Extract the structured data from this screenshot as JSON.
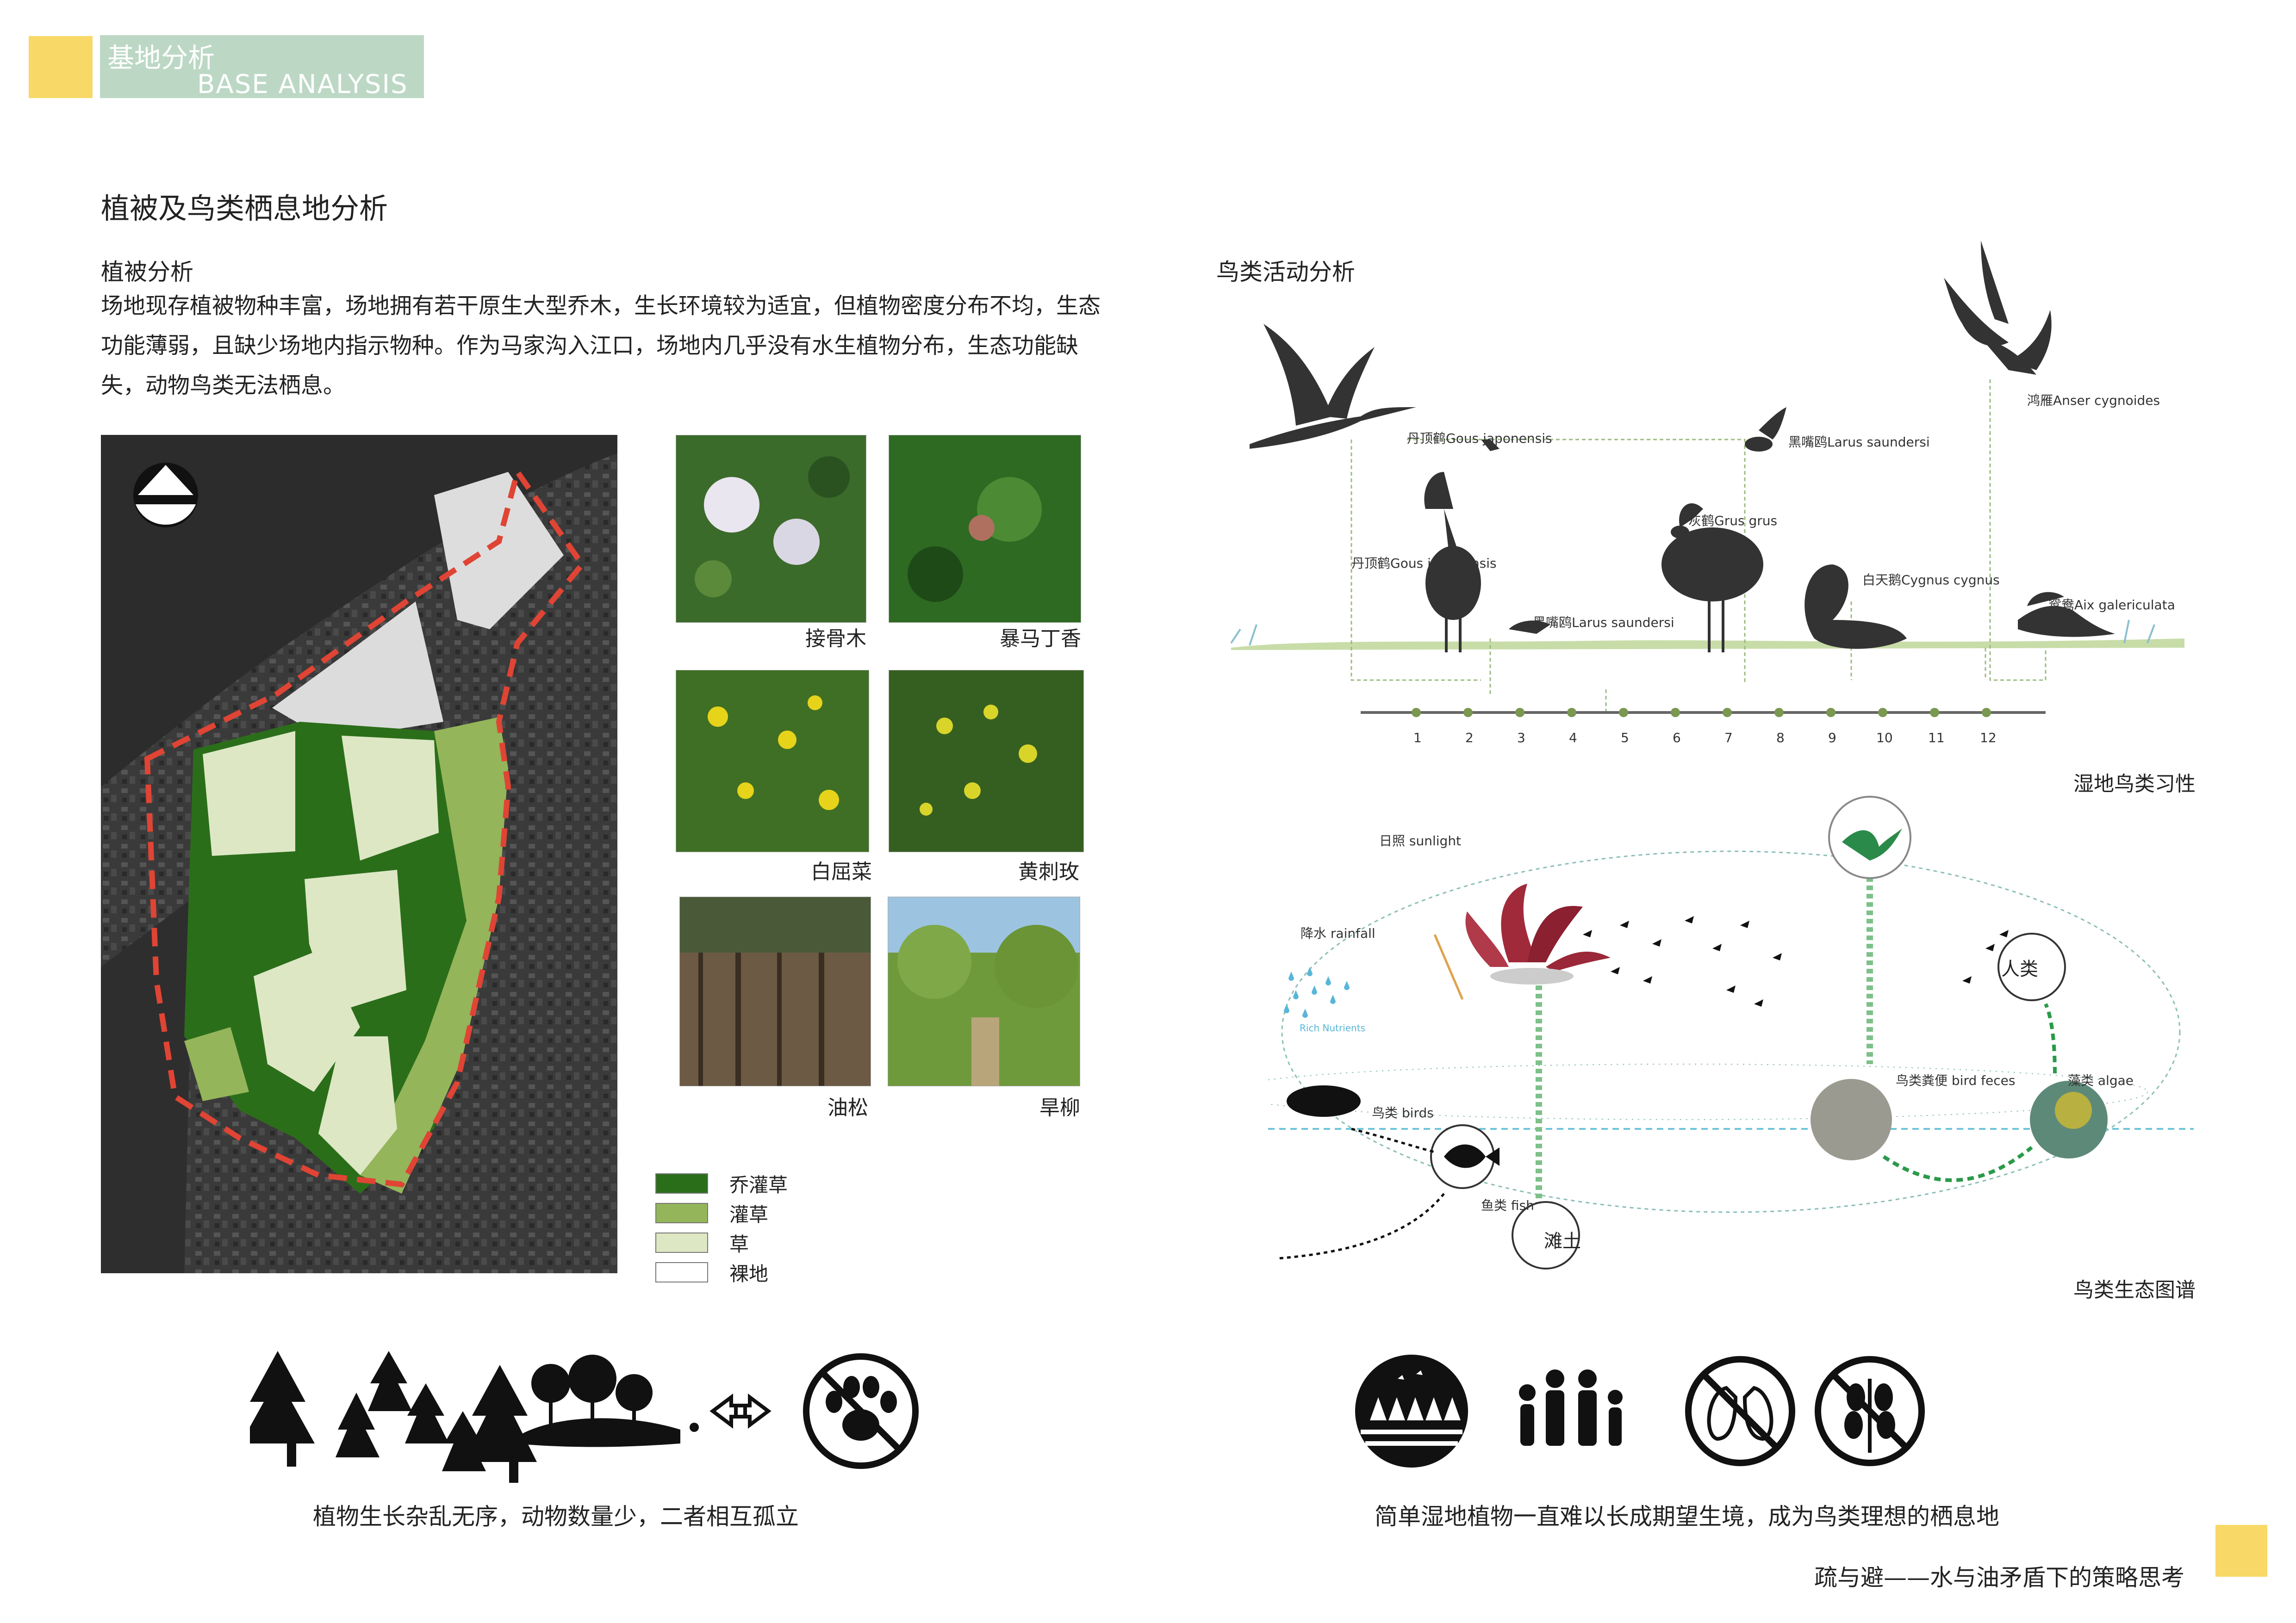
{
  "header": {
    "title_cn": "基地分析",
    "title_en": "BASE ANALYSIS"
  },
  "page_title": "植被及鸟类栖息地分析",
  "vegetation": {
    "heading": "植被分析",
    "paragraph": "场地现存植被物种丰富，场地拥有若干原生大型乔木，生长环境较为适宜，但植物密度分布不均，生态功能薄弱，且缺少场地内指示物种。作为马家沟入江口，场地内几乎没有水生植物分布，生态功能缺失，动物鸟类无法栖息。",
    "plants": [
      "接骨木",
      "暴马丁香",
      "白屈菜",
      "黄刺玫",
      "油松",
      "旱柳"
    ],
    "legend": [
      {
        "label": "乔灌草",
        "color": "#2b6e1a"
      },
      {
        "label": "灌草",
        "color": "#94b55a"
      },
      {
        "label": "草",
        "color": "#dde7c4"
      },
      {
        "label": "裸地",
        "color": "#ffffff"
      }
    ],
    "caption": "植物生长杂乱无序，动物数量少，二者相互孤立"
  },
  "birds": {
    "heading": "鸟类活动分析",
    "labels": {
      "crane1": "丹顶鹤Gous japonensis",
      "gull1": "黑嘴鸥Larus saundersi",
      "goose": "鸿雁Anser cygnoides",
      "crane2": "丹顶鹤Gous japonensis",
      "gull2": "黑嘴鸥Larus saundersi",
      "grus": "灰鹤Grus grus",
      "swan": "白天鹅Cygnus cygnus",
      "duck": "鸳鸯Aix galericulata"
    },
    "months": [
      "1",
      "2",
      "3",
      "4",
      "5",
      "6",
      "7",
      "8",
      "9",
      "10",
      "11",
      "12"
    ],
    "habit_caption": "湿地鸟类习性",
    "eco": {
      "sunlight": "日照 sunlight",
      "rainfall": "降水 rainfall",
      "nutrients": "Rich Nutrients",
      "human": "人类",
      "feces": "鸟类粪便 bird feces",
      "algae": "藻类 algae",
      "birds": "鸟类 birds",
      "fish": "鱼类 fish",
      "beach": "滩土"
    },
    "eco_caption": "鸟类生态图谱",
    "caption": "简单湿地植物一直难以长成期望生境，成为鸟类理想的栖息地"
  },
  "footer": "疏与避——水与油矛盾下的策略思考"
}
